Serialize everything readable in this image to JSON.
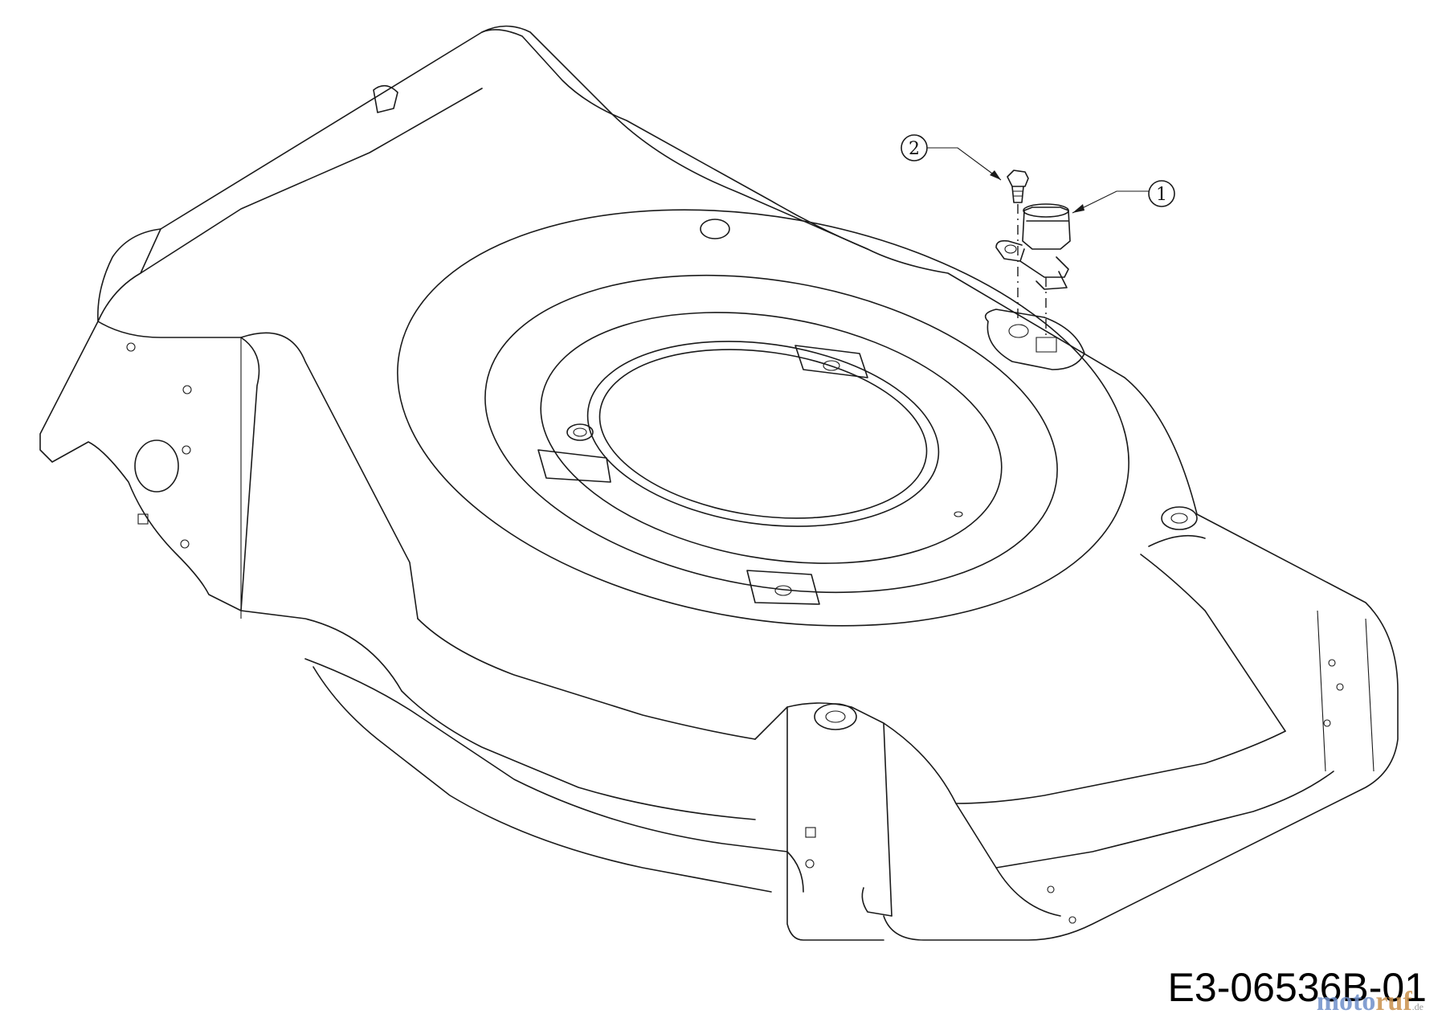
{
  "drawing": {
    "code": "E3-06536B-01"
  },
  "callouts": [
    {
      "number": "1",
      "part": "mulch plug adapter"
    },
    {
      "number": "2",
      "part": "bolt"
    }
  ],
  "watermark": {
    "part1": "moto",
    "part2": "ruf",
    "suffix": ".de"
  },
  "colors": {
    "line": "#1a1a1a",
    "background": "#ffffff",
    "watermark_blue": "#6e8fc9",
    "watermark_orange": "#c9904a"
  }
}
